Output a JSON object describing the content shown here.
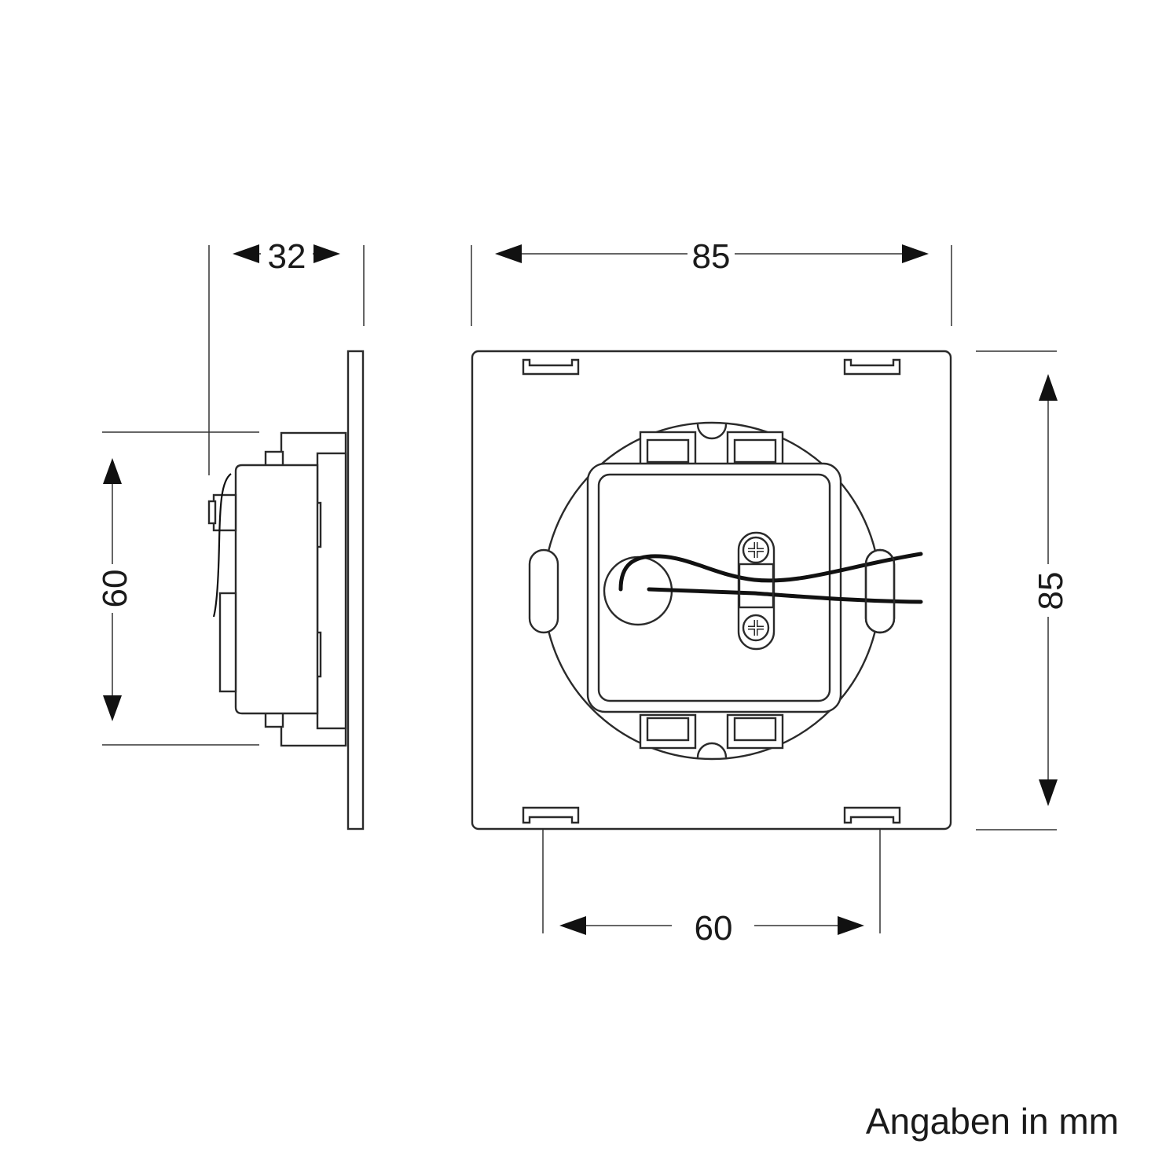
{
  "colors": {
    "line": "#2a2a2a",
    "text": "#1a1a1a",
    "background": "#ffffff"
  },
  "dimensions": {
    "side_depth": "32",
    "side_height": "60",
    "front_width": "85",
    "front_height": "85",
    "insert_width": "60"
  },
  "footer": {
    "units_note": "Angaben in mm"
  }
}
